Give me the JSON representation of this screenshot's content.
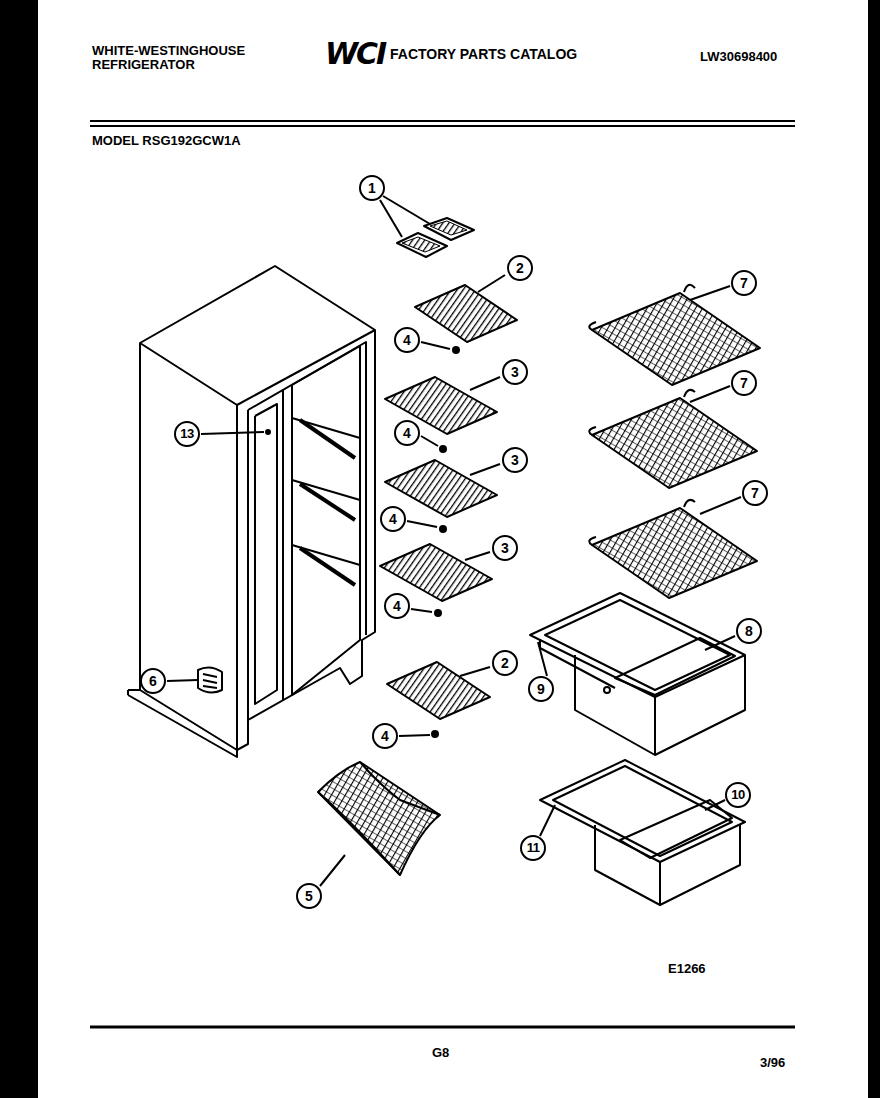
{
  "diagram": {
    "title": "FACTORY PARTS CATALOG",
    "labels": [
      "WHITE-WESTINGHOUSE REFRIGERATOR",
      "WCI",
      "LW30698400",
      "MODEL RSG192GCW1A",
      "1",
      "2",
      "4",
      "3",
      "4",
      "3",
      "4",
      "3",
      "4",
      "13",
      "6",
      "2",
      "4",
      "5",
      "7",
      "7",
      "7",
      "8",
      "9",
      "10",
      "11",
      "E1266",
      "G8",
      "3/96"
    ]
  }
}
